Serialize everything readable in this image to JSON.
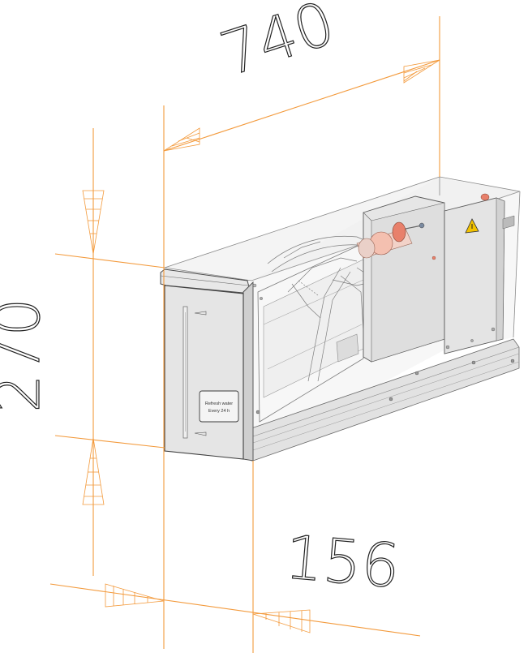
{
  "dimensions": {
    "length": "740",
    "height": "270",
    "depth": "156"
  },
  "front_label": {
    "line1": "Refresh water",
    "line2": "Every 24 h"
  },
  "colors": {
    "dimension_line": "#f39a3c",
    "outline": "#4a4a4a",
    "panel": "#e5e5e5",
    "panel_dark": "#cfcfcf",
    "glass": "#eeeeee",
    "accent": "#e8806b",
    "warning": "#f2c200"
  },
  "icons": {
    "warning": "warning-triangle-icon"
  }
}
